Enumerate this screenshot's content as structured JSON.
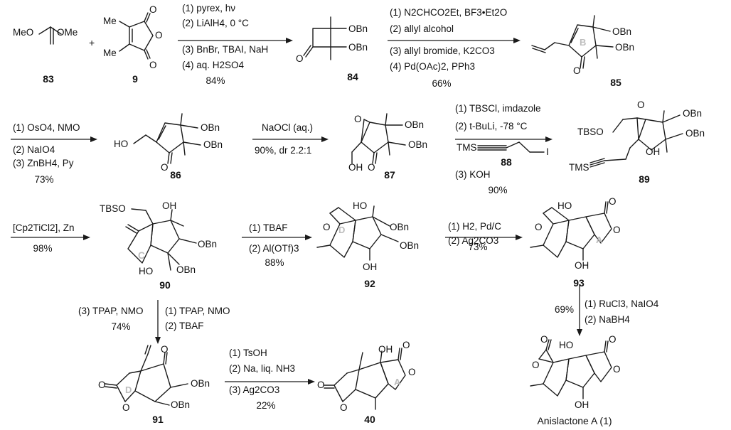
{
  "labels": {
    "dimethoxy": "MeO",
    "dimethoxy2": "OMe",
    "plus": "+",
    "me1": "Me",
    "me2": "Me",
    "obn": "OBn",
    "tbso": "TBSO",
    "tms": "TMS",
    "oh": "OH",
    "ho": "HO",
    "o": "O",
    "i": "I",
    "ring_b": "B",
    "ring_c": "C",
    "ring_d": "D",
    "ring_a": "A"
  },
  "compounds": {
    "c83": "83",
    "c9": "9",
    "c84": "84",
    "c85": "85",
    "c86": "86",
    "c87": "87",
    "c88": "88",
    "c89": "89",
    "c90": "90",
    "c92": "92",
    "c93": "93",
    "c91": "91",
    "c40": "40",
    "anislactone": "Anislactone A (1)"
  },
  "steps": {
    "s1": [
      "(1) pyrex, hν",
      "(2) LiAlH4, 0 °C",
      "(3) BnBr, TBAI, NaH",
      "(4)  aq. H2SO4",
      "84%"
    ],
    "s2": [
      "(1) N2CHCO2Et, BF3•Et2O",
      "(2) allyl alcohol",
      "(3) allyl bromide, K2CO3",
      "(4) Pd(OAc)2, PPh3",
      "66%"
    ],
    "s3": [
      "(1) OsO4, NMO",
      "(2) NaIO4",
      "(3) ZnBH4, Py",
      "73%"
    ],
    "s4": [
      "NaOCl (aq.)",
      "90%, dr 2.2:1"
    ],
    "s5": [
      "(1) TBSCl, imdazole",
      "(2) t-BuLi, -78 °C",
      "(3) KOH",
      "90%"
    ],
    "s6": [
      "[Cp2TiCl2], Zn",
      "98%"
    ],
    "s7": [
      "(1) TBAF",
      "(2) Al(OTf)3",
      "88%"
    ],
    "s8": [
      "(1) H2, Pd/C",
      "(2) Ag2CO3",
      "73%"
    ],
    "s9": [
      "69%",
      "(1) RuCl3, NaIO4",
      "(2) NaBH4"
    ],
    "s10_left": [
      "(3) TPAP, NMO",
      "74%"
    ],
    "s10_right": [
      "(1) TPAP, NMO",
      "(2) TBAF"
    ],
    "s11": [
      "(1) TsOH",
      "(2) Na, liq. NH3",
      "(3) Ag2CO3",
      "22%"
    ]
  }
}
